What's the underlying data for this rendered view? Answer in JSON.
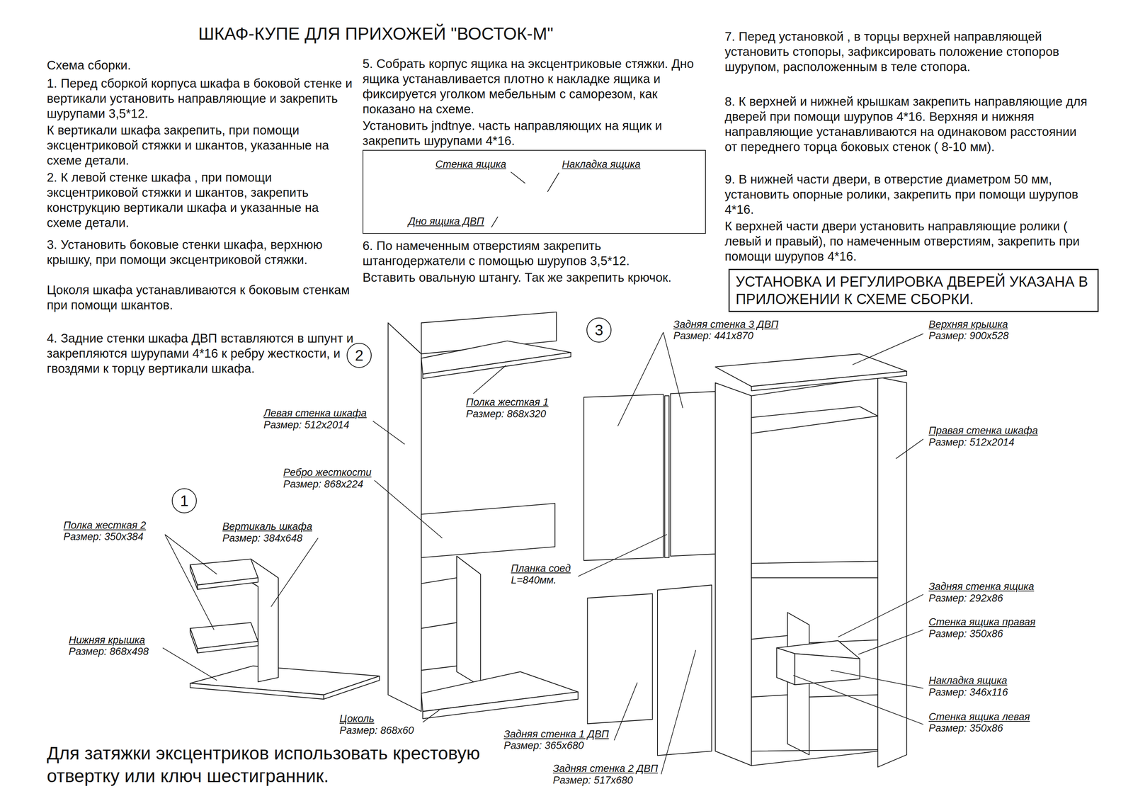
{
  "diagram": {
    "title": "ШКАФ-КУПЕ ДЛЯ ПРИХОЖЕЙ \"ВОСТОК-М\"",
    "nodes": [
      {
        "text": [
          "Стенка ящика",
          "Накладка ящика",
          "Дно ящика ДВП"
        ]
      },
      {
        "text": [
          "УСТАНОВКА И РЕГУЛИРОВКА ДВЕРЕЙ УКАЗАНА В ПРИЛОЖЕНИИ К СХЕМЕ СБОРКИ."
        ]
      },
      {
        "text": [
          "3"
        ]
      },
      {
        "text": [
          "2"
        ]
      },
      {
        "text": [
          "1"
        ]
      }
    ],
    "labels": [
      "Схема сборки.",
      "1. Перед сборкой корпуса шкафа в боковой стенке и вертикали установить направляющие и закрепить шурупами 3,5*12.",
      "К вертикали шкафа закрепить, при помощи эксцентриковой стяжки и шкантов, указанные на схеме детали.",
      "2. К левой стенке шкафа , при помощи эксцентриковой стяжки и шкантов, закрепить конструкцию вертикали шкафа и указанные на схеме детали.",
      "3. Установить боковые стенки шкафа, верхнюю крышку, при помощи эксцентриковой стяжки.",
      "Цоколя шкафа устанавливаются к боковым стенкам при помощи шкантов.",
      "4. Задние стенки шкафа ДВП вставляются в шпунт и закрепляются шурупами 4*16 к ребру жесткости, и гвоздями к торцу вертикали шкафа.",
      "5. Собрать корпус ящика на эксцентриковые стяжки. Дно ящика устанавливается плотно к накладке ящика и фиксируется уголком мебельным с саморезом, как показано на схеме.",
      "Установить jndtnye. часть направляющих на ящик и закрепить шурупами 4*16.",
      "6. По намеченным отверстиям закрепить штангодержатели с помощью шурупов 3,5*12.",
      "Вставить овальную штангу. Так же закрепить крючок.",
      "7. Перед установкой , в торцы верхней направляющей установить стопоры, зафиксировать положение стопоров шурупом, расположенным в теле стопора.",
      "8. К верхней и нижней крышкам закрепить направляющие для дверей при помощи шурупов 4*16. Верхняя и нижняя направляющие устанавливаются на одинаковом расстоянии от переднего торца боковых стенок ( 8-10 мм).",
      "9. В нижней части двери, в отверстие диаметром 50 мм, установить опорные ролики, закрепить при помощи шурупов 4*16.",
      "К верхней части двери установить направляющие ролики ( левый и правый), по намеченным отверстиям, закрепить при помощи шурупов 4*16.",
      "Левая стенка шкафа",
      "Размер: 512х2014",
      "Полка жесткая 1",
      "Размер: 868х320",
      "Задняя стенка 3 ДВП",
      "Размер: 441х870",
      "Верхняя крышка",
      "Размер: 900х528",
      "Правая стенка шкафа",
      "Размер: 512х2014",
      "Ребро жесткости",
      "Размер: 868х224",
      "Полка жесткая 2",
      "Размер: 350х384",
      "Вертикаль шкафа",
      "Размер: 384х648",
      "Планка соед",
      "L=840мм.",
      "Задняя стенка ящика",
      "Размер: 292х86",
      "Стенка ящика правая",
      "Размер: 350х86",
      "Нижняя крышка",
      "Размер: 868х498",
      "Накладка ящика",
      "Размер: 346х116",
      "Стенка ящика левая",
      "Размер: 350х86",
      "Цоколь",
      "Размер: 868х60",
      "Задняя стенка 1 ДВП",
      "Размер: 365х680",
      "Задняя стенка 2 ДВП",
      "Размер: 517х680",
      "Для затяжки эксцентриков использовать крестовую отвертку или ключ шестигранник."
    ]
  }
}
